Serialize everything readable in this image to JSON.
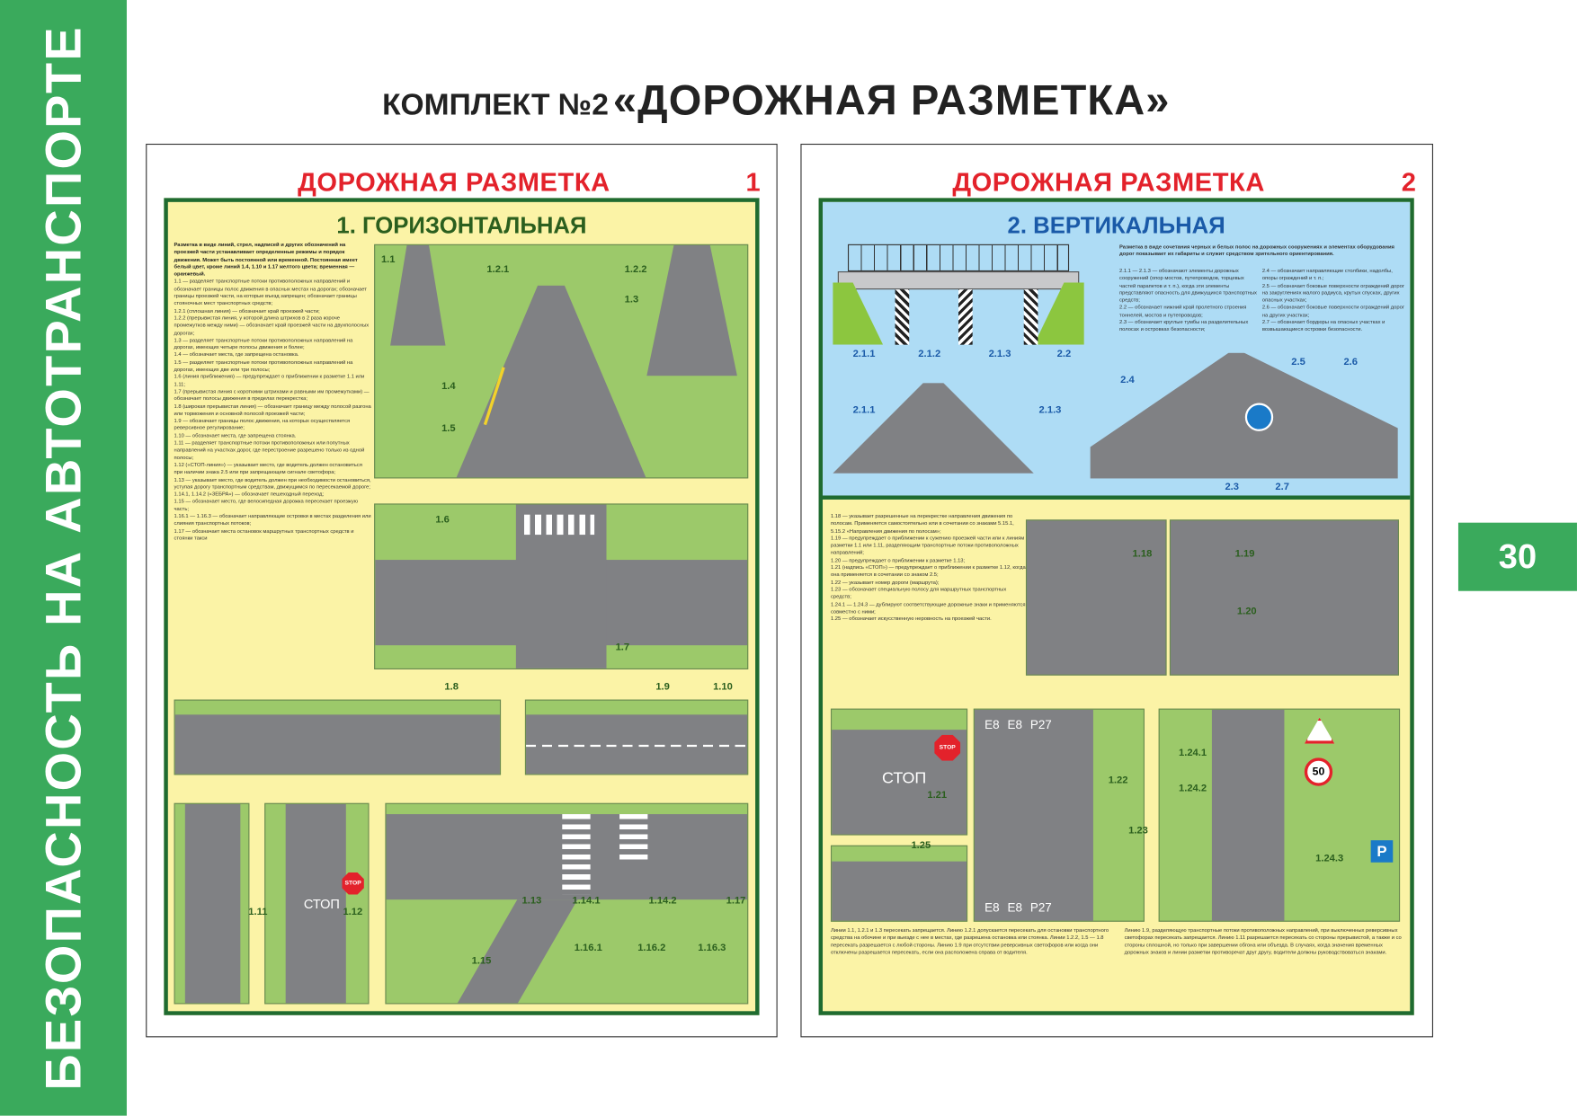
{
  "sidebar": {
    "vertical_title": "БЕЗОПАСНОСТЬ НА АВТОТРАНСПОРТЕ",
    "color": "#3aaa5c"
  },
  "page_number": "30",
  "header": {
    "kit": "КОМПЛЕКТ №2",
    "title": "«ДОРОЖНАЯ РАЗМЕТКА»"
  },
  "posters": [
    {
      "title": "ДОРОЖНАЯ РАЗМЕТКА",
      "number": "1",
      "section": "1. ГОРИЗОНТАЛЬНАЯ",
      "intro": "Разметка в виде линий, стрел, надписей и других обозначений на проезжей части устанавливает определенные режимы и порядок движения. Может быть постоянной или временной. Постоянная имеет белый цвет, кроме линий 1.4, 1.10 и 1.17 желтого цвета; временная — оранжевый.",
      "paragraphs": [
        "1.1 — разделяет транспортные потоки противоположных направлений и обозначает границы полос движения в опасных местах на дорогах; обозначает границы проезжей части, на которые въезд запрещен; обозначает границы стояночных мест транспортных средств;",
        "1.2.1 (сплошная линия) — обозначает край проезжей части;",
        "1.2.2 (прерывистая линия, у которой длина штрихов в 2 раза короче промежутков между ними) — обозначает край проезжей части на двухполосных дорогах;",
        "1.3 — разделяет транспортные потоки противоположных направлений на дорогах, имеющих четыре полосы движения и более;",
        "1.4 — обозначает места, где запрещена остановка.",
        "1.5 — разделяет транспортные потоки противоположных направлений на дорогах, имеющих две или три полосы;",
        "1.6 (линия приближения) — предупреждает о приближении к разметке 1.1 или 1.11;",
        "1.7 (прерывистая линия с короткими штрихами и равными им промежутками) — обозначает полосы движения в пределах перекрестка;",
        "1.8 (широкая прерывистая линия) — обозначает границу между полосой разгона или торможения и основной полосой проезжей части;",
        "1.9 — обозначает границы полос движения, на которых осуществляется реверсивное регулирование;",
        "1.10 — обозначает места, где запрещена стоянка.",
        "1.11 — разделяет транспортные потоки противоположных или попутных направлений на участках дорог, где перестроение разрешено только из одной полосы;",
        "1.12 («СТОП-линия») — указывает место, где водитель должен остановиться при наличии знака 2.5 или при запрещающем сигнале светофора;",
        "1.13 — указывает место, где водитель должен при необходимости остановиться, уступая дорогу транспортным средствам, движущимся по пересекаемой дороге;",
        "1.14.1, 1.14.2 («ЗЕБРА») — обозначает пешеходный переход;",
        "1.15 — обозначает место, где велосипедная дорожка пересекает проезжую часть;",
        "1.16.1 — 1.16.3 — обозначает направляющие островки в местах разделения или слияния транспортных потоков;",
        "1.17 — обозначает места остановок маршрутных транспортных средств и стоянки такси"
      ],
      "labels": [
        "1.1",
        "1.2.1",
        "1.2.2",
        "1.3",
        "1.4",
        "1.5",
        "1.6",
        "1.7",
        "1.8",
        "1.9",
        "1.10",
        "1.11",
        "1.12",
        "1.13",
        "1.14.1",
        "1.14.2",
        "1.15",
        "1.16.1",
        "1.16.2",
        "1.16.3",
        "1.17"
      ],
      "stop_sign": "STOP",
      "road_text": "СТОП"
    },
    {
      "title": "ДОРОЖНАЯ РАЗМЕТКА",
      "number": "2",
      "section": "2. ВЕРТИКАЛЬНАЯ",
      "intro": "Разметка в виде сочетания черных и белых полос на дорожных сооружениях и элементах оборудования дорог показывает их габариты и служит средством зрительного ориентирования.",
      "paragraphs_left": [
        "2.1.1 — 2.1.3 — обозначают элементы дорожных сооружений (опор мостов, путепроводов, торцевых частей парапетов и т. п.), когда эти элементы представляют опасность для движущихся транспортных средств;",
        "2.2 — обозначает нижний край пролетного строения тоннелей, мостов и путепроводов;",
        "2.3 — обозначает круглые тумбы на разделительных полосах и островках безопасности;"
      ],
      "paragraphs_right": [
        "2.4 — обозначает направляющие столбики, надолбы, опоры ограждений и т. п.;",
        "2.5 — обозначает боковые поверхности ограждений дорог на закруглениях малого радиуса, крутых спусках, других опасных участках;",
        "2.6 — обозначает боковые поверхности ограждений дорог на других участках;",
        "2.7 — обозначает бордюры на опасных участках и возвышающиеся островки безопасности."
      ],
      "labels_top": [
        "2.1.1",
        "2.1.2",
        "2.1.3",
        "2.2",
        "2.1.1",
        "2.1.3",
        "2.4",
        "2.5",
        "2.6",
        "2.3",
        "2.7"
      ],
      "paragraphs_bottom": [
        "1.18 — указывает разрешенные на перекрестке направления движения по полосам. Применяется самостоятельно или в сочетании со знаками 5.15.1, 5.15.2 «Направления движения по полосам»;",
        "1.19 — предупреждает о приближении к сужению проезжей части или к линиям разметки 1.1 или 1.11, разделяющим транспортные потоки противоположных направлений;",
        "1.20 — предупреждает о приближении к разметке 1.13;",
        "1.21 (надпись «СТОП») — предупреждает о приближении к разметке 1.12, когда она применяется в сочетании со знаком 2.5;",
        "1.22 — указывает номер дороги (маршрута);",
        "1.23 — обозначает специальную полосу для маршрутных транспортных средств;",
        "1.24.1 — 1.24.3 — дублируют соответствующие дорожные знаки и применяются совместно с ними;",
        "1.25 — обозначает искусственную неровность на проезжей части."
      ],
      "labels_bottom": [
        "1.18",
        "1.19",
        "1.20",
        "1.21",
        "1.22",
        "1.23",
        "1.24.1",
        "1.24.2",
        "1.24.3",
        "1.25"
      ],
      "road_codes": [
        "E8",
        "E8",
        "P27"
      ],
      "footer_left": "Линии 1.1, 1.2.1 и 1.3 пересекать запрещается. Линию 1.2.1 допускается пересекать для остановки транспортного средства на обочине и при выезде с нее в местах, где разрешена остановка или стоянка. Линии 1.2.2, 1.5 — 1.8 пересекать разрешается с любой стороны. Линию 1.9 при отсутствии реверсивных светофоров или когда они отключены разрешается пересекать, если она расположена справа от водителя.",
      "footer_right": "Линию 1.9, разделяющую транспортные потоки противоположных направлений, при выключенных реверсивных светофорах пересекать запрещается. Линию 1.11 разрешается пересекать со стороны прерывистой, а также и со стороны сплошной, но только при завершении обгона или объезда. В случаях, когда значения временных дорожных знаков и линии разметки противоречат друг другу, водители должны руководствоваться знаками.",
      "sign_speed": "50",
      "sign_parking": "P",
      "stop_sign": "STOP",
      "road_text": "СТОП"
    }
  ],
  "colors": {
    "green": "#3aaa5c",
    "red": "#e3222b",
    "dark_green": "#1f6b30",
    "yellow": "#fbf3a6",
    "blue_panel": "#aedcf5",
    "heading_green": "#2b5f1e",
    "heading_blue": "#1a5aa8",
    "road": "#808184",
    "grass": "#9cc96a"
  }
}
